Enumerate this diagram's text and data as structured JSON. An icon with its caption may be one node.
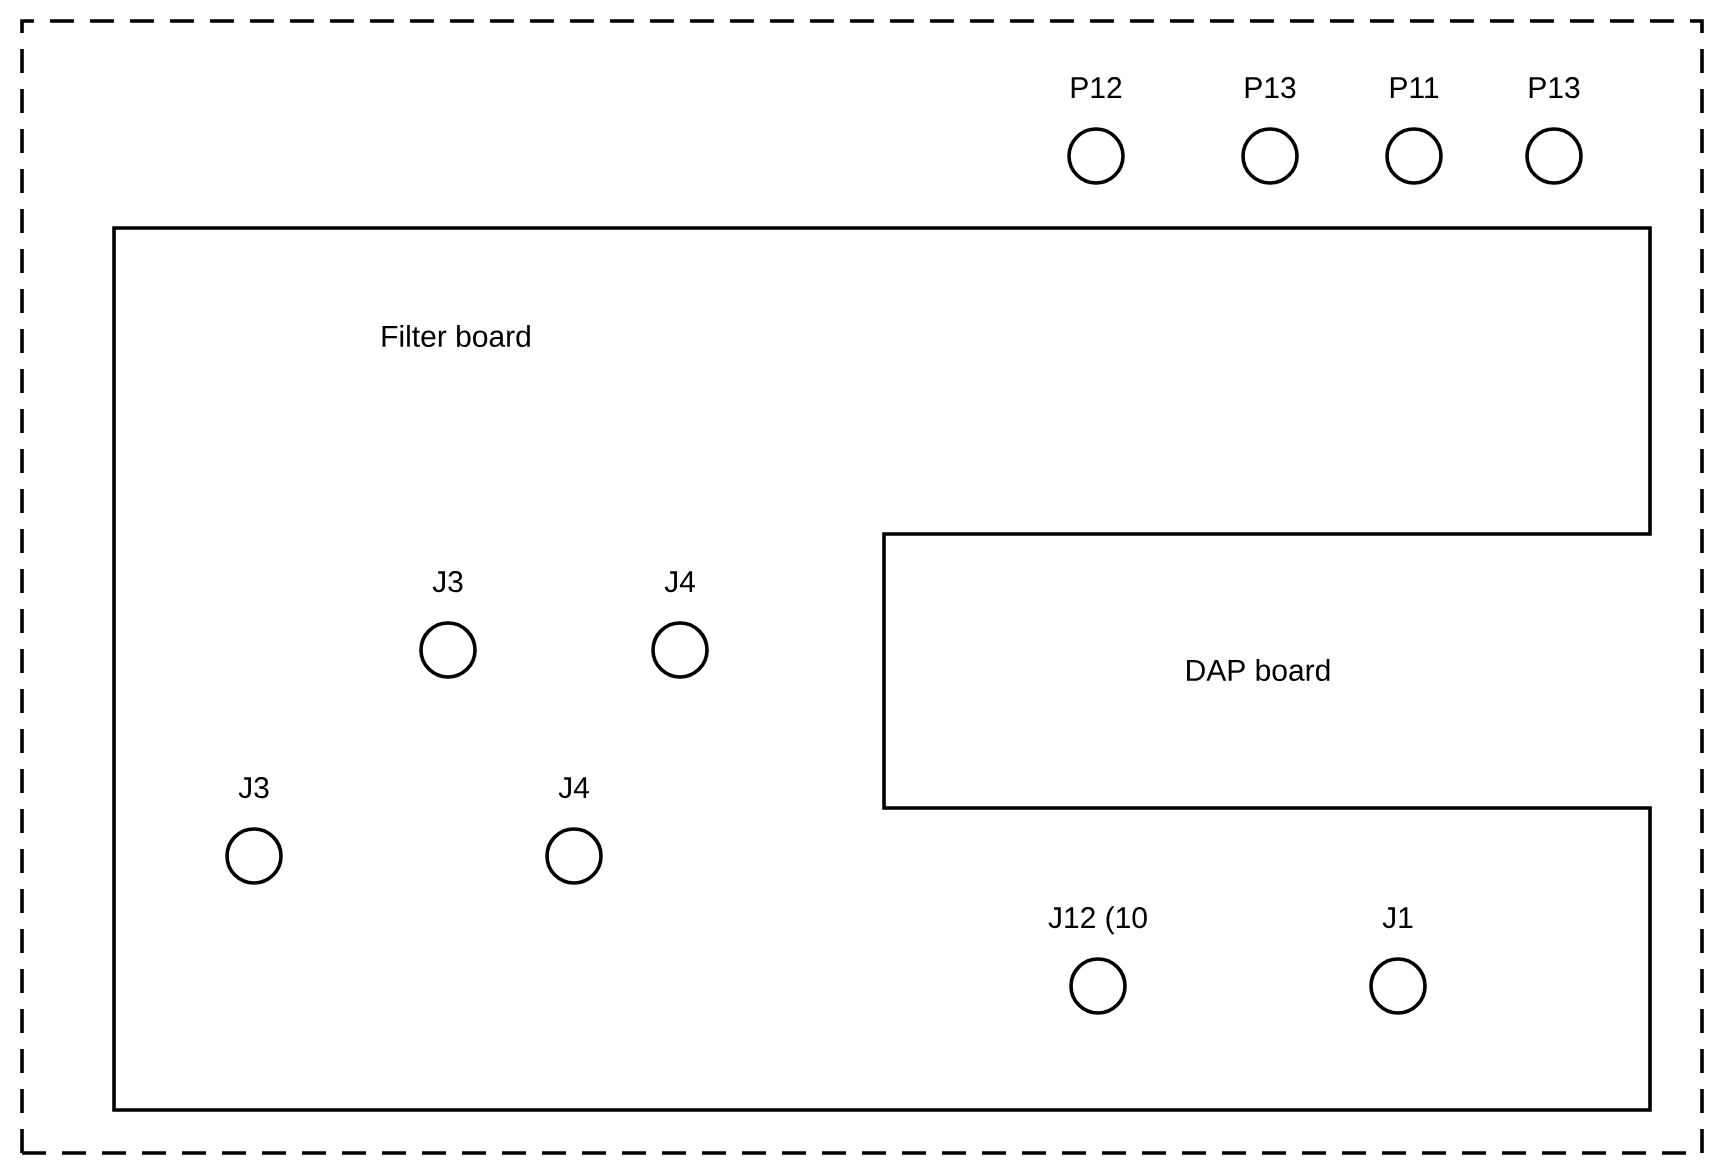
{
  "diagram": {
    "nodes": [
      {
        "text": [],
        "shape": "box"
      },
      {
        "text": [
          "Filter board"
        ],
        "in": 0
      },
      {
        "text": [
          "P12"
        ],
        "in": 0
      },
      {
        "text": [
          "P13"
        ],
        "in": 0
      },
      {
        "text": [
          "P11"
        ],
        "in": 0
      },
      {
        "text": [
          "P13"
        ],
        "in": 0
      },
      {
        "text": [
          "J3"
        ],
        "in": 1
      },
      {
        "text": [
          "J4"
        ],
        "in": 1
      },
      {
        "text": [
          "J3"
        ],
        "in": 1
      },
      {
        "text": [
          "J4"
        ],
        "in": 1
      },
      {
        "text": [
          "J12 (10"
        ],
        "in": 1
      },
      {
        "text": [
          "J1"
        ],
        "in": 1
      }
    ],
    "labels": [
      "DAP board"
    ]
  }
}
